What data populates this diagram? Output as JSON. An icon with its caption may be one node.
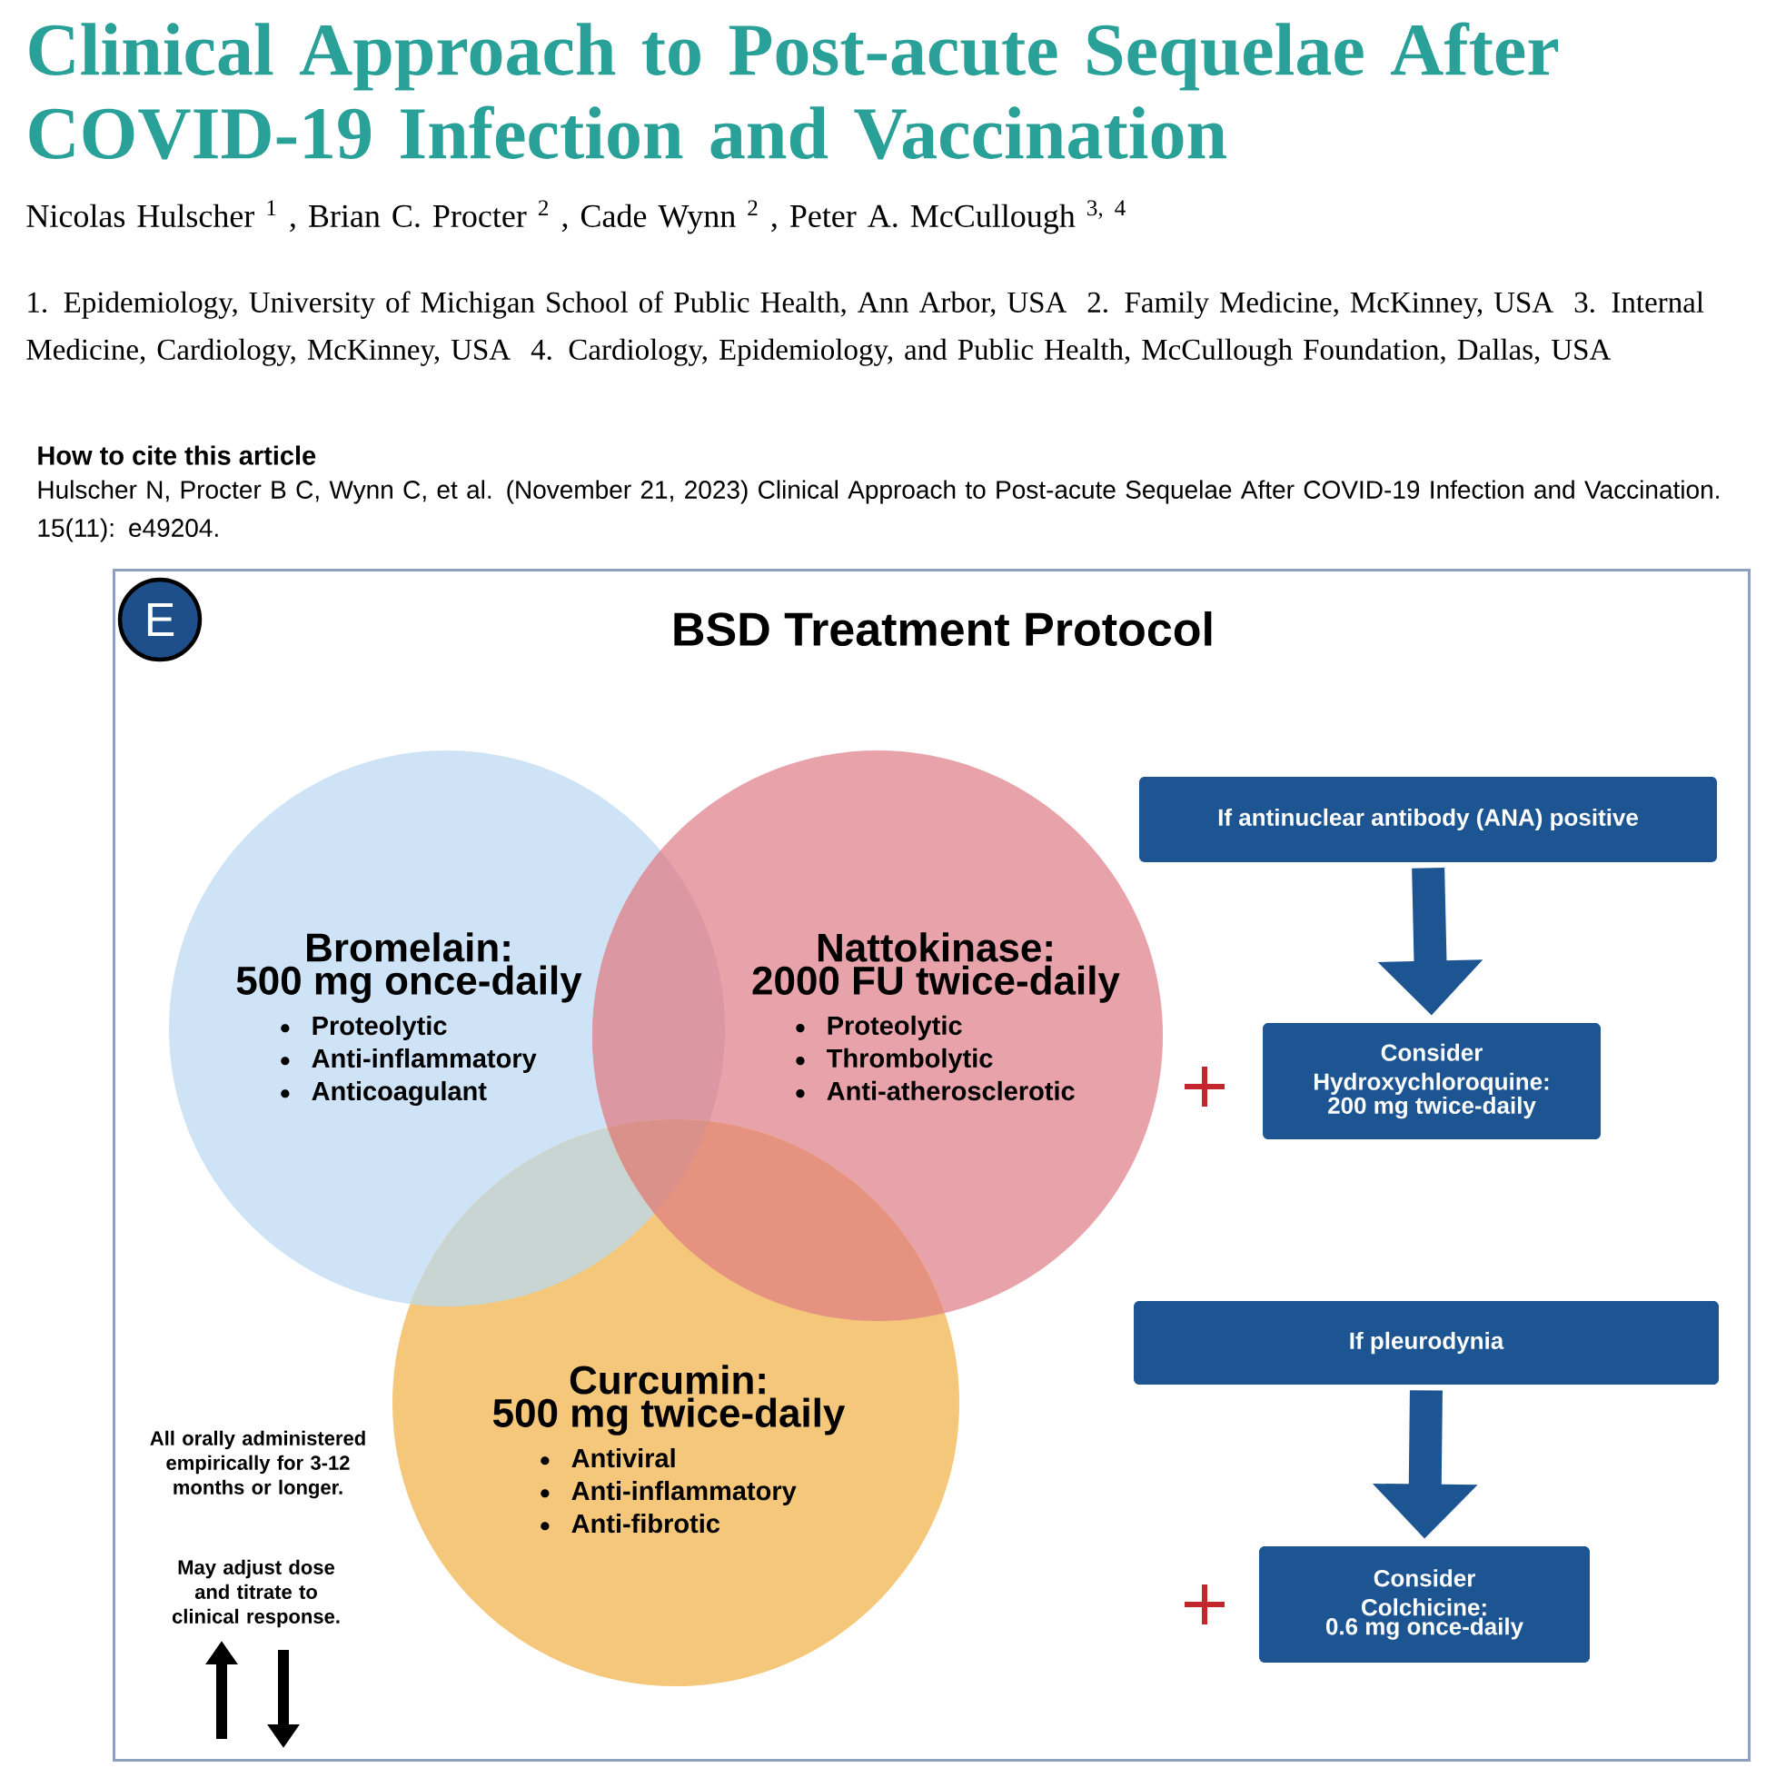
{
  "diagram": {
    "title": "Clinical Approach to Post-acute Sequelae After COVID-19 Infection and Vaccination",
    "nodes": [
      {
        "text": [
          "BSD Treatment Protocol"
        ]
      },
      {
        "text": [
          "E"
        ],
        "in": 0
      },
      {
        "text": [
          "Bromelain:",
          "500 mg once-daily",
          "Proteolytic",
          "Anti-inflammatory",
          "Anticoagulant"
        ],
        "in": 0
      },
      {
        "text": [
          "Nattokinase:",
          "2000 FU twice-daily",
          "Proteolytic",
          "Thrombolytic",
          "Anti-atherosclerotic"
        ],
        "in": 0
      },
      {
        "text": [
          "Curcumin:",
          "500 mg twice-daily",
          "Antiviral",
          "Anti-inflammatory",
          "Anti-fibrotic"
        ],
        "in": 0
      },
      {
        "text": [
          "If antinuclear antibody (ANA) positive"
        ],
        "in": 0
      },
      {
        "text": [
          "Consider Hydroxychloroquine:",
          "200 mg twice-daily"
        ],
        "in": 0
      },
      {
        "text": [
          "If pleurodynia"
        ],
        "in": 0
      },
      {
        "text": [
          "Consider Colchicine:",
          "0.6 mg once-daily"
        ],
        "in": 0
      }
    ],
    "edges": [
      {
        "from": 5,
        "to": 6,
        "arrow": "to"
      },
      {
        "from": 7,
        "to": 8,
        "arrow": "to"
      }
    ],
    "labels": [
      "Nicolas Hulscher $^{1}$ , Brian C. Procter $^{2}$ , Cade Wynn $^{2}$ , Peter A. McCullough $^{3, 4}$",
      "1. Epidemiology, University of Michigan School of Public Health, Ann Arbor, USA",
      "2. Family Medicine, McKinney, USA",
      "3. Internal Medicine, Cardiology, McKinney, USA",
      "4. Cardiology, Epidemiology, and Public Health, McCullough Foundation, Dallas, USA",
      "How to cite this article",
      "Hulscher N, Procter B C, Wynn C, et al. (November 21, 2023) Clinical Approach to Post-acute Sequelae After COVID-19 Infection and Vaccination. 15(11): e49204.",
      "All orally administered empirically for 3-12 months or longer.",
      "May adjust dose and titrate to clinical response."
    ]
  }
}
